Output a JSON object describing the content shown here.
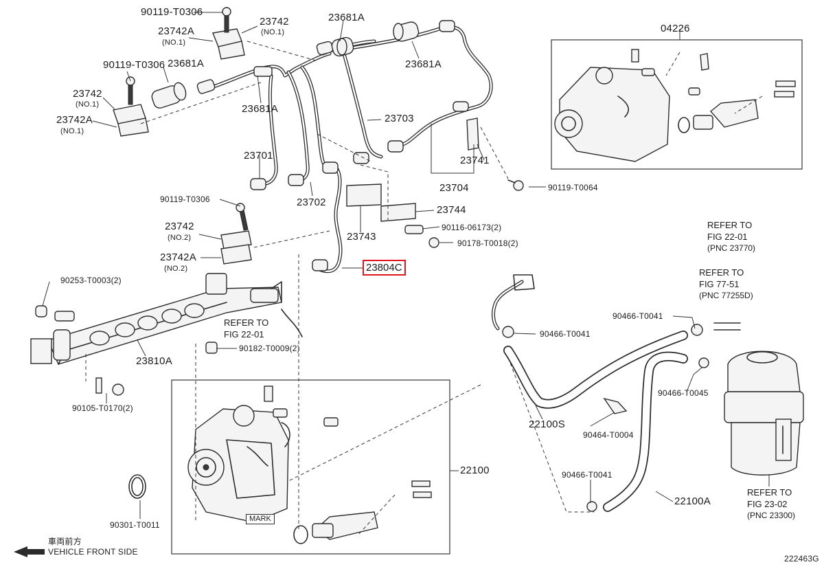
{
  "diagram": {
    "part_labels": [
      {
        "id": "p1",
        "text": "90119-T0306"
      },
      {
        "id": "p2",
        "text": "23742"
      },
      {
        "id": "p3",
        "text": "(NO.1)"
      },
      {
        "id": "p4",
        "text": "23742A"
      },
      {
        "id": "p5",
        "text": "(NO.1)"
      },
      {
        "id": "p6",
        "text": "23681A"
      },
      {
        "id": "p7",
        "text": "23681A"
      },
      {
        "id": "p8",
        "text": "90119-T0306"
      },
      {
        "id": "p9",
        "text": "23681A"
      },
      {
        "id": "p10",
        "text": "23742"
      },
      {
        "id": "p11",
        "text": "(NO.1)"
      },
      {
        "id": "p12",
        "text": "23742A"
      },
      {
        "id": "p13",
        "text": "(NO.1)"
      },
      {
        "id": "p14",
        "text": "23681A"
      },
      {
        "id": "p15",
        "text": "23703"
      },
      {
        "id": "p16",
        "text": "04226"
      },
      {
        "id": "p17",
        "text": "23701"
      },
      {
        "id": "p18",
        "text": "23741"
      },
      {
        "id": "p19",
        "text": "23702"
      },
      {
        "id": "p20",
        "text": "23704"
      },
      {
        "id": "p21",
        "text": "90119-T0064"
      },
      {
        "id": "p22",
        "text": "90119-T0306"
      },
      {
        "id": "p23",
        "text": "23744"
      },
      {
        "id": "p24",
        "text": "23742"
      },
      {
        "id": "p25",
        "text": "(NO.2)"
      },
      {
        "id": "p26",
        "text": "90116-06173(2)"
      },
      {
        "id": "p27",
        "text": "23743"
      },
      {
        "id": "p28",
        "text": "90178-T0018(2)"
      },
      {
        "id": "p29",
        "text": "23742A"
      },
      {
        "id": "p30",
        "text": "(NO.2)"
      },
      {
        "id": "p31",
        "text": "90253-T0003(2)"
      },
      {
        "id": "p32",
        "text": "90466-T0041"
      },
      {
        "id": "p33",
        "text": "90466-T0041"
      },
      {
        "id": "p34",
        "text": "90182-T0009(2)"
      },
      {
        "id": "p35",
        "text": "23810A"
      },
      {
        "id": "p36",
        "text": "90466-T0045"
      },
      {
        "id": "p37",
        "text": "90105-T0170(2)"
      },
      {
        "id": "p38",
        "text": "22100S"
      },
      {
        "id": "p39",
        "text": "90464-T0004"
      },
      {
        "id": "p40",
        "text": "22100"
      },
      {
        "id": "p41",
        "text": "90466-T0041"
      },
      {
        "id": "p42",
        "text": "22100A"
      },
      {
        "id": "p43",
        "text": "90301-T0011"
      }
    ],
    "highlighted_part": "23804C",
    "mark_label": "MARK",
    "refer_notes": [
      {
        "line1": "REFER TO",
        "line2": "FIG 22-01",
        "line3": "(PNC 23770)"
      },
      {
        "line1": "REFER TO",
        "line2": "FIG 77-51",
        "line3": "(PNC 77255D)"
      },
      {
        "line1": "REFER TO",
        "line2": "FIG 22-01",
        "line3": ""
      },
      {
        "line1": "REFER TO",
        "line2": "FIG 23-02",
        "line3": "(PNC 23300)"
      }
    ],
    "orientation": {
      "japanese": "車両前方",
      "english": "VEHICLE FRONT SIDE"
    },
    "illustration_code": "222463G"
  },
  "colors": {
    "highlight_border": "#e0141e",
    "line": "#2b2b2b",
    "background": "#ffffff"
  }
}
